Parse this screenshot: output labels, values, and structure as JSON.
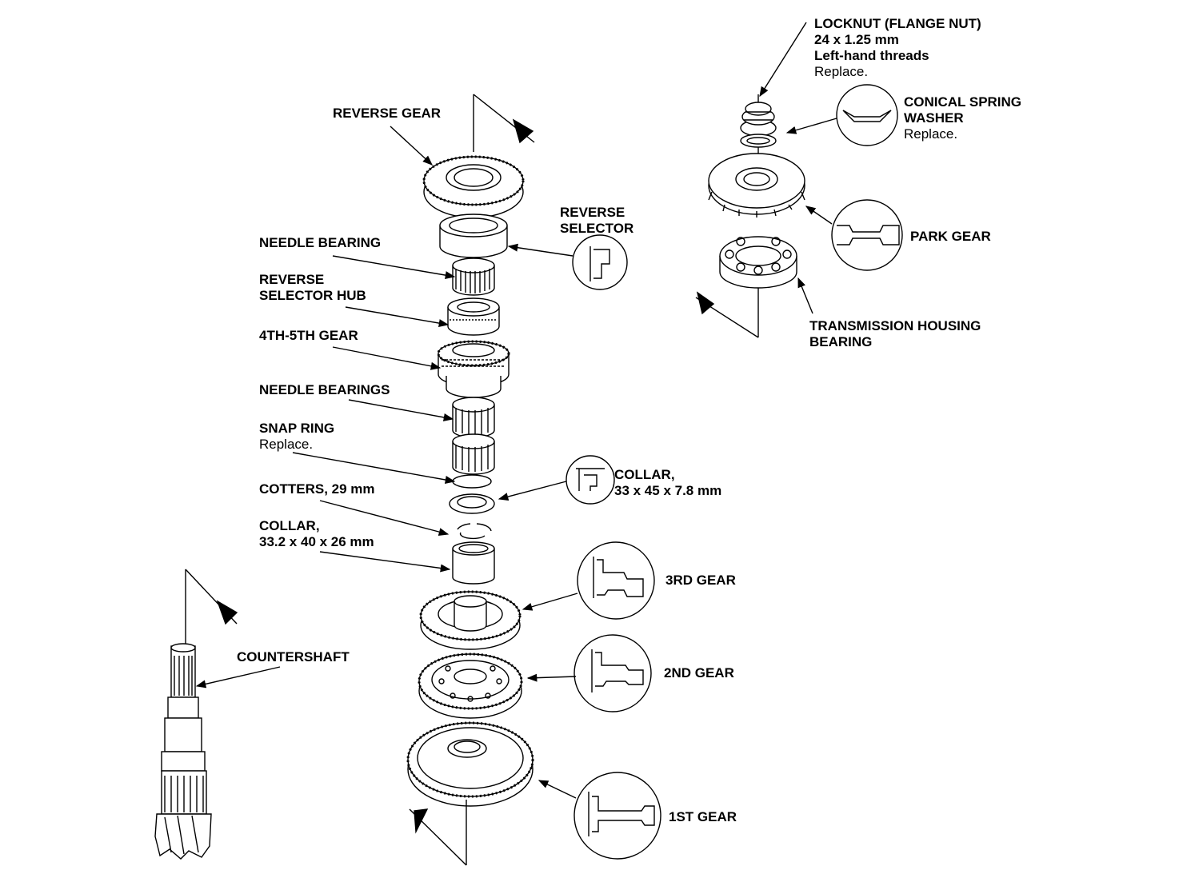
{
  "labels": {
    "locknut": {
      "lines": [
        "LOCKNUT (FLANGE NUT)",
        "24 x 1.25 mm",
        "Left-hand threads"
      ],
      "note": "Replace."
    },
    "conical": {
      "lines": [
        "CONICAL SPRING",
        "WASHER"
      ],
      "note": "Replace."
    },
    "park_gear": {
      "lines": [
        "PARK GEAR"
      ]
    },
    "trans_bearing": {
      "lines": [
        "TRANSMISSION HOUSING",
        "BEARING"
      ]
    },
    "reverse_gear": {
      "lines": [
        "REVERSE GEAR"
      ]
    },
    "reverse_selector": {
      "lines": [
        "REVERSE",
        "SELECTOR"
      ]
    },
    "needle_bearing": {
      "lines": [
        "NEEDLE BEARING"
      ]
    },
    "reverse_hub": {
      "lines": [
        "REVERSE",
        "SELECTOR HUB"
      ]
    },
    "gear_4_5": {
      "lines": [
        "4TH-5TH GEAR"
      ]
    },
    "needle_bearings": {
      "lines": [
        "NEEDLE BEARINGS"
      ]
    },
    "snap_ring": {
      "lines": [
        "SNAP RING"
      ],
      "note": "Replace."
    },
    "cotters": {
      "lines": [
        "COTTERS, 29 mm"
      ]
    },
    "collar_left": {
      "lines": [
        "COLLAR,",
        "33.2 x 40 x 26 mm"
      ]
    },
    "collar_right": {
      "lines": [
        "COLLAR,",
        "33 x 45 x 7.8 mm"
      ]
    },
    "gear_3": {
      "lines": [
        "3RD GEAR"
      ]
    },
    "gear_2": {
      "lines": [
        "2ND GEAR"
      ]
    },
    "gear_1": {
      "lines": [
        "1ST GEAR"
      ]
    },
    "countershaft": {
      "lines": [
        "COUNTERSHAFT"
      ]
    }
  }
}
